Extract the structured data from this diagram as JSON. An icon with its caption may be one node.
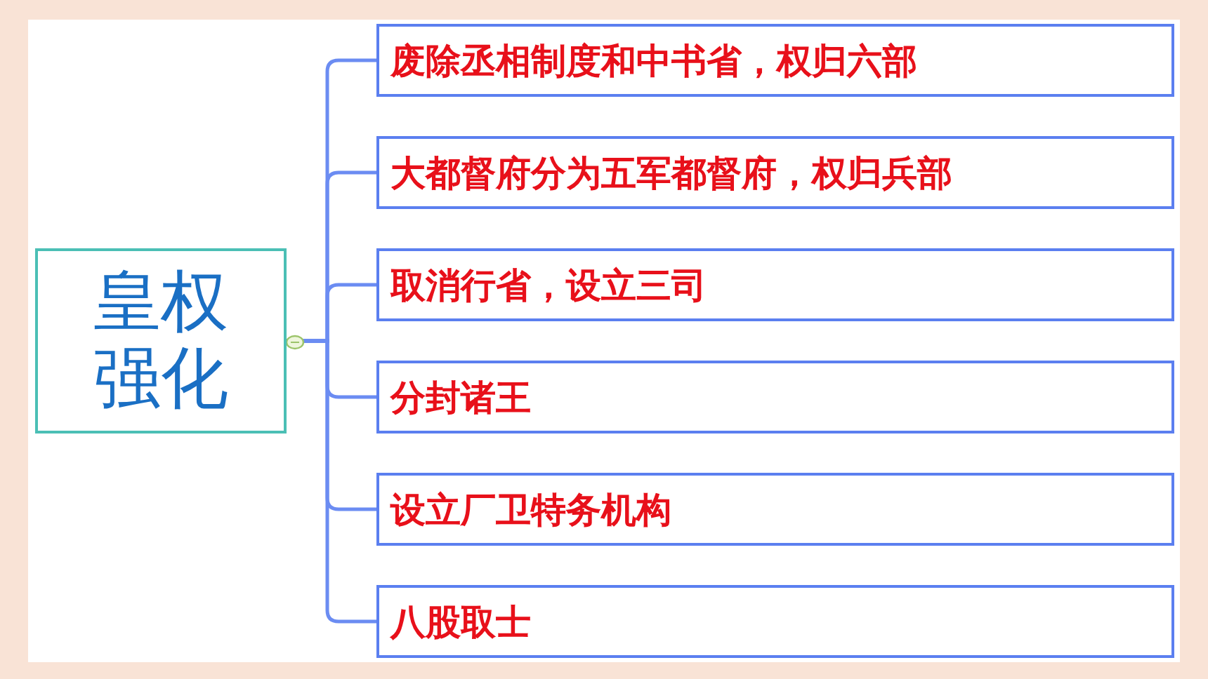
{
  "diagram": {
    "nodes": [
      {
        "text": [
          "皇权强化"
        ]
      },
      {
        "text": [
          "废除丞相制度和中书省，权归六部"
        ]
      },
      {
        "text": [
          "大都督府分为五军都督府，权归兵部"
        ]
      },
      {
        "text": [
          "取消行省，设立三司"
        ]
      },
      {
        "text": [
          "分封诸王"
        ]
      },
      {
        "text": [
          "设立厂卫特务机构"
        ]
      },
      {
        "text": [
          "八股取士"
        ]
      }
    ],
    "edges": [
      {
        "from": 0,
        "to": 1,
        "arrow": "none"
      },
      {
        "from": 0,
        "to": 2,
        "arrow": "none"
      },
      {
        "from": 0,
        "to": 3,
        "arrow": "none"
      },
      {
        "from": 0,
        "to": 4,
        "arrow": "none"
      },
      {
        "from": 0,
        "to": 5,
        "arrow": "none"
      },
      {
        "from": 0,
        "to": 6,
        "arrow": "none"
      }
    ]
  }
}
